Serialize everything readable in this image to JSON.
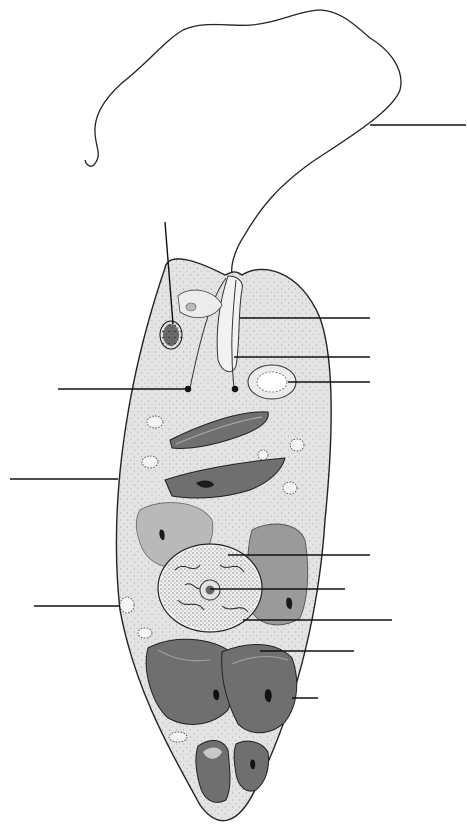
{
  "diagram": {
    "subject": "",
    "label_text": [],
    "colors": {
      "background": "#ffffff",
      "cytoplasm": "#e3e3e3",
      "outline": "#222222",
      "chloroplast_dark": "#6f6f6f",
      "chloroplast_light": "#b9b9b9",
      "eyespot": "#1a1a1a",
      "nucleus_fill": "#f0f0f0",
      "leader_line": "#111111"
    },
    "structures": [
      "flagellum",
      "eyespot",
      "reservoir",
      "basal-bodies",
      "contractile-vacuole",
      "chloroplasts",
      "paramylon-granules",
      "nucleus",
      "nucleolus",
      "pellicle"
    ],
    "leader_line_count": 13
  }
}
